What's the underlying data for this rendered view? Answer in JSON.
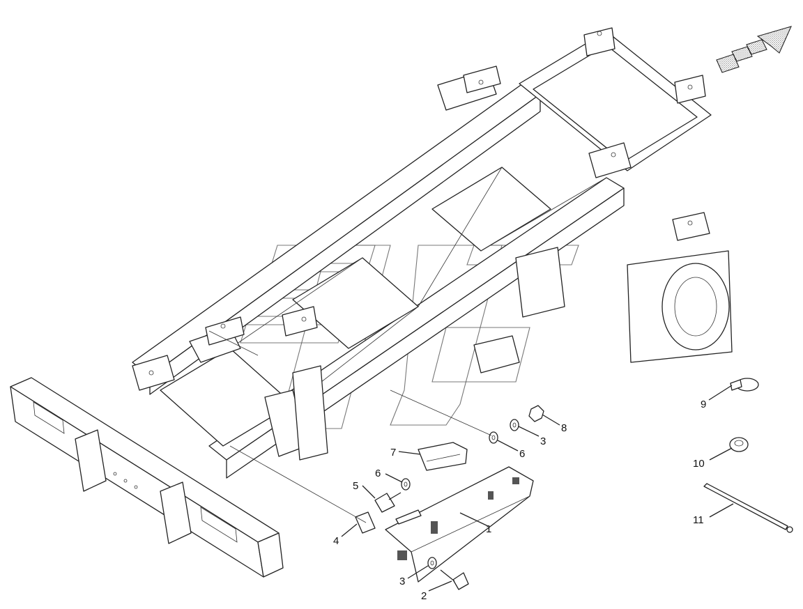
{
  "diagram": {
    "callouts": [
      {
        "id": "c1",
        "label": "1"
      },
      {
        "id": "c2",
        "label": "2"
      },
      {
        "id": "c3a",
        "label": "3"
      },
      {
        "id": "c3b",
        "label": "3"
      },
      {
        "id": "c4",
        "label": "4"
      },
      {
        "id": "c5",
        "label": "5"
      },
      {
        "id": "c6a",
        "label": "6"
      },
      {
        "id": "c6b",
        "label": "6"
      },
      {
        "id": "c7",
        "label": "7"
      },
      {
        "id": "c8",
        "label": "8"
      },
      {
        "id": "c9",
        "label": "9"
      },
      {
        "id": "c10",
        "label": "10"
      },
      {
        "id": "c11",
        "label": "11"
      }
    ],
    "direction_indicator": "arrow-icon",
    "colors": {
      "line": "#222222",
      "fill": "#ffffff",
      "stipple": "#9a9a9a"
    }
  }
}
